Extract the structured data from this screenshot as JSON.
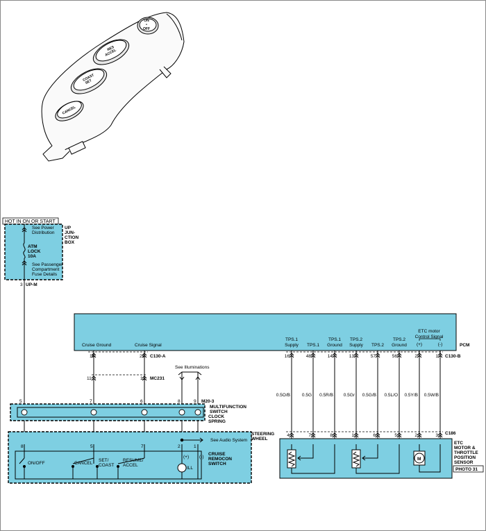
{
  "header_box": "HOT IN ON OR START",
  "up_junction": {
    "name_lines": [
      "UP",
      "JUN-",
      "CTION",
      "BOX"
    ],
    "note_power": [
      "See Power",
      "Distribution"
    ],
    "fuse_lines": [
      "ATM",
      "LOCK",
      "10A"
    ],
    "note_fuse": [
      "See Passenger",
      "Compartment",
      "Fuse Details"
    ],
    "connector": "UP-M",
    "pin": "3"
  },
  "switch_buttons": {
    "onoff": [
      "ON",
      "•",
      "OFF"
    ],
    "res": [
      "RES",
      "ACCEL"
    ],
    "coast": [
      "COAST",
      "SET"
    ],
    "cancel": [
      "CANCEL"
    ]
  },
  "pcm": {
    "name": "PCM",
    "left_signals": [
      "Cruise Ground",
      "Cruise Signal"
    ],
    "left_pins": [
      "16",
      "25"
    ],
    "left_connector": "C130-A",
    "right_signals": [
      [
        "TPS.1",
        "Supply"
      ],
      [
        "TPS.1"
      ],
      [
        "TPS.1",
        "Ground"
      ],
      [
        "TPS.2",
        "Supply"
      ],
      [
        "TPS.2"
      ],
      [
        "TPS.2",
        "Ground"
      ],
      [
        "ETC motor",
        "Control Signal",
        "(+)"
      ],
      [
        "(-)"
      ]
    ],
    "right_pins": [
      "16",
      "48",
      "14",
      "13",
      "57",
      "56",
      "2",
      "1"
    ],
    "right_connector": "C130-B"
  },
  "mc231": {
    "pins": [
      "11",
      "12"
    ],
    "name": "MC231"
  },
  "illumination_note": "See Illuminations",
  "clock_spring": {
    "top_pins": [
      "5",
      "7",
      "6",
      "8",
      "9"
    ],
    "connector": "M20-3",
    "name_lines": [
      "MULTIFUNCTION",
      "SWITCH"
    ],
    "label_lines": [
      "CLOCK",
      "SPRING"
    ]
  },
  "steering_wheel": {
    "name_lines": [
      "STEERING",
      "WHEEL"
    ],
    "pins": [
      "8",
      "5",
      "7",
      "2",
      "1"
    ],
    "audio_note": "See Audio System",
    "remocon_lines": [
      "CRUISE",
      "REMOCON",
      "SWITCH"
    ],
    "switch_labels": [
      "ON/OFF",
      "CANCEL",
      "SET/",
      "COAST",
      "RESUME/",
      "ACCEL"
    ],
    "ill_label": "ILL",
    "polarity": [
      "(+)",
      "(-)"
    ]
  },
  "wire_colors": [
    "0.5O/B",
    "0.5G",
    "0.5R/B",
    "0.5Gr",
    "0.5G/B",
    "0.5L/O",
    "0.5Y/B",
    "0.5W/B"
  ],
  "etc": {
    "connector": "C186",
    "pins": [
      "4",
      "7",
      "8",
      "1",
      "6",
      "5",
      "2",
      "3"
    ],
    "name_lines": [
      "ETC",
      "MOTOR &",
      "THROTTLE",
      "POSITION",
      "SENSOR"
    ],
    "photo": "PHOTO 31",
    "motor_label": "M"
  },
  "colors": {
    "component_fill": "#7ecfe2",
    "line": "#000000"
  }
}
